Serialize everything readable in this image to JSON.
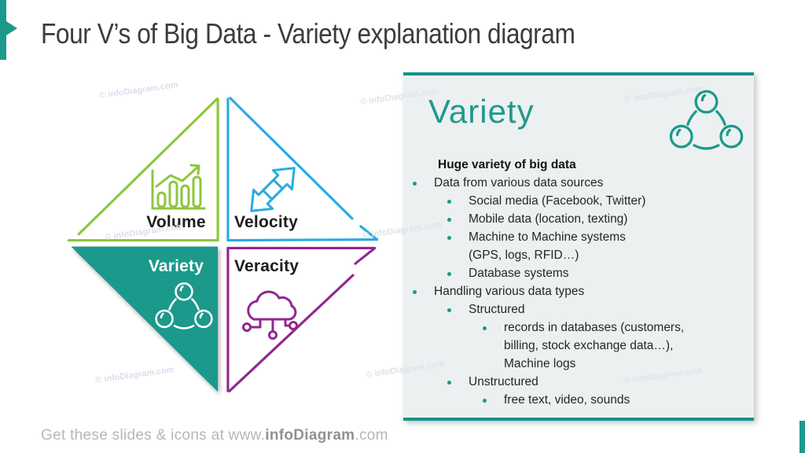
{
  "slide": {
    "title": "Four V’s of Big Data - Variety explanation diagram",
    "watermark": "© infoDiagram.com",
    "footer": {
      "prefix": "Get these slides & icons at www.",
      "brand": "infoDiagram",
      "suffix": ".com"
    },
    "accent_color": "#1B998B"
  },
  "diagram": {
    "name": "four-vs-diamond",
    "quadrants": [
      {
        "label": "Volume",
        "color": "#8DC63F",
        "icon": "bar-chart-growth-icon",
        "filled": false
      },
      {
        "label": "Velocity",
        "color": "#29ABE2",
        "icon": "exchange-arrows-icon",
        "filled": false
      },
      {
        "label": "Variety",
        "color": "#1B998B",
        "icon": "three-circles-icon",
        "filled": true
      },
      {
        "label": "Veracity",
        "color": "#92278F",
        "icon": "cloud-network-icon",
        "filled": false
      }
    ]
  },
  "panel": {
    "heading": "Variety",
    "heading_color": "#1F9A8D",
    "icon": "three-circles-icon",
    "background": "#EDF0F1",
    "subheading": "Huge variety of big data",
    "bullets": [
      {
        "level": 1,
        "text": "Data from various data sources"
      },
      {
        "level": 2,
        "text": "Social media (Facebook, Twitter)"
      },
      {
        "level": 2,
        "text": "Mobile data (location, texting)"
      },
      {
        "level": 2,
        "text": "Machine to Machine systems\n(GPS, logs, RFID…)"
      },
      {
        "level": 2,
        "text": "Database systems"
      },
      {
        "level": 1,
        "text": "Handling various data types"
      },
      {
        "level": 2,
        "text": "Structured"
      },
      {
        "level": 3,
        "text": "records in databases (customers,\nbilling, stock exchange data…),\nMachine logs"
      },
      {
        "level": 2,
        "text": "Unstructured"
      },
      {
        "level": 3,
        "text": "free text, video, sounds"
      }
    ]
  }
}
